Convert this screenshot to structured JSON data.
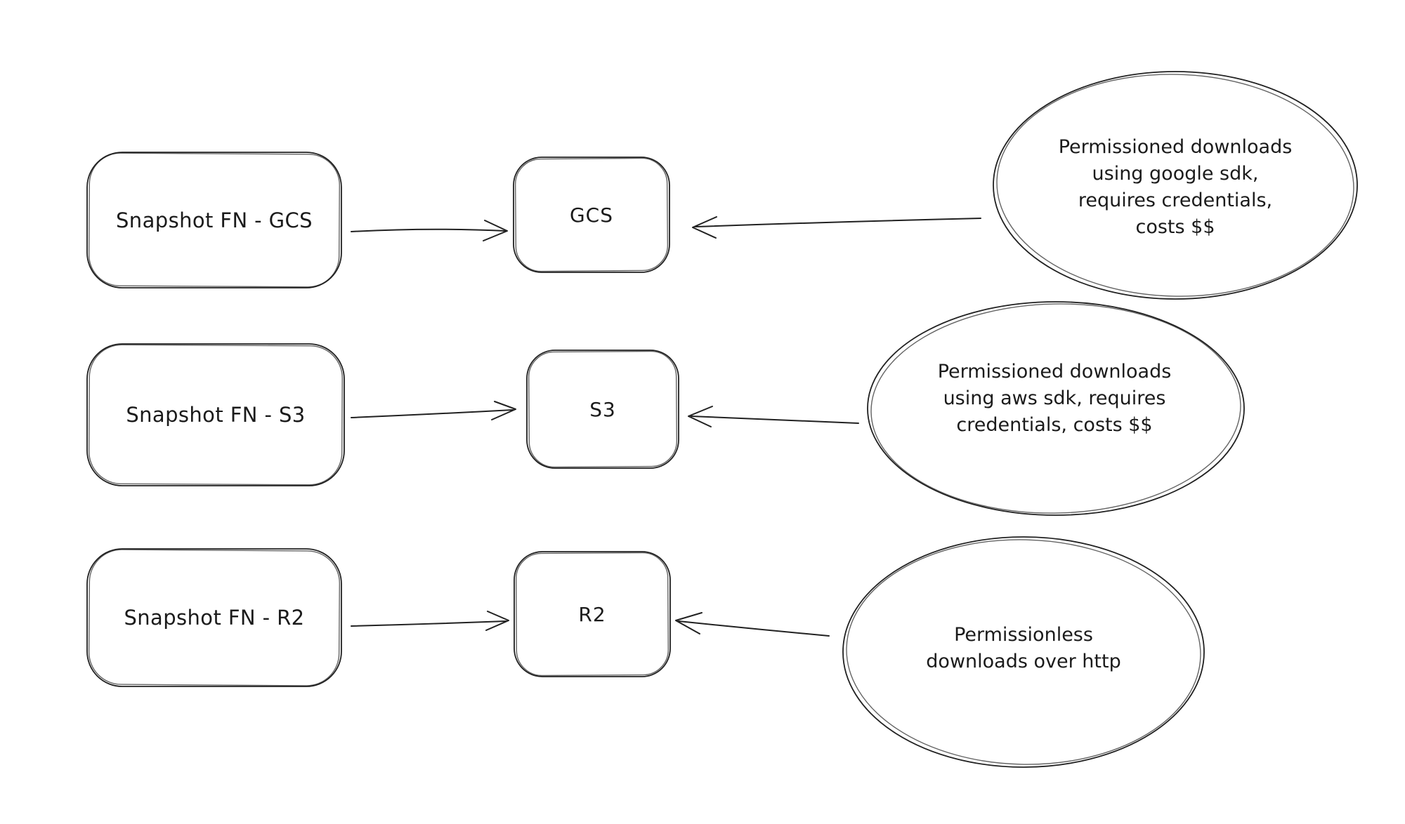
{
  "canvas": {
    "background": "#ffffff",
    "stroke_color": "#212121",
    "text_color": "#1b1b1b"
  },
  "rows": [
    {
      "id": "gcs",
      "source_label": "Snapshot FN - GCS",
      "target_label": "GCS",
      "note": "Permissioned downloads\nusing google sdk,\nrequires credentials,\ncosts $$"
    },
    {
      "id": "s3",
      "source_label": "Snapshot FN - S3",
      "target_label": "S3",
      "note": "Permissioned downloads\nusing aws sdk, requires\ncredentials, costs $$"
    },
    {
      "id": "r2",
      "source_label": "Snapshot FN - R2",
      "target_label": "R2",
      "note": "Permissionless\ndownloads over http"
    }
  ]
}
